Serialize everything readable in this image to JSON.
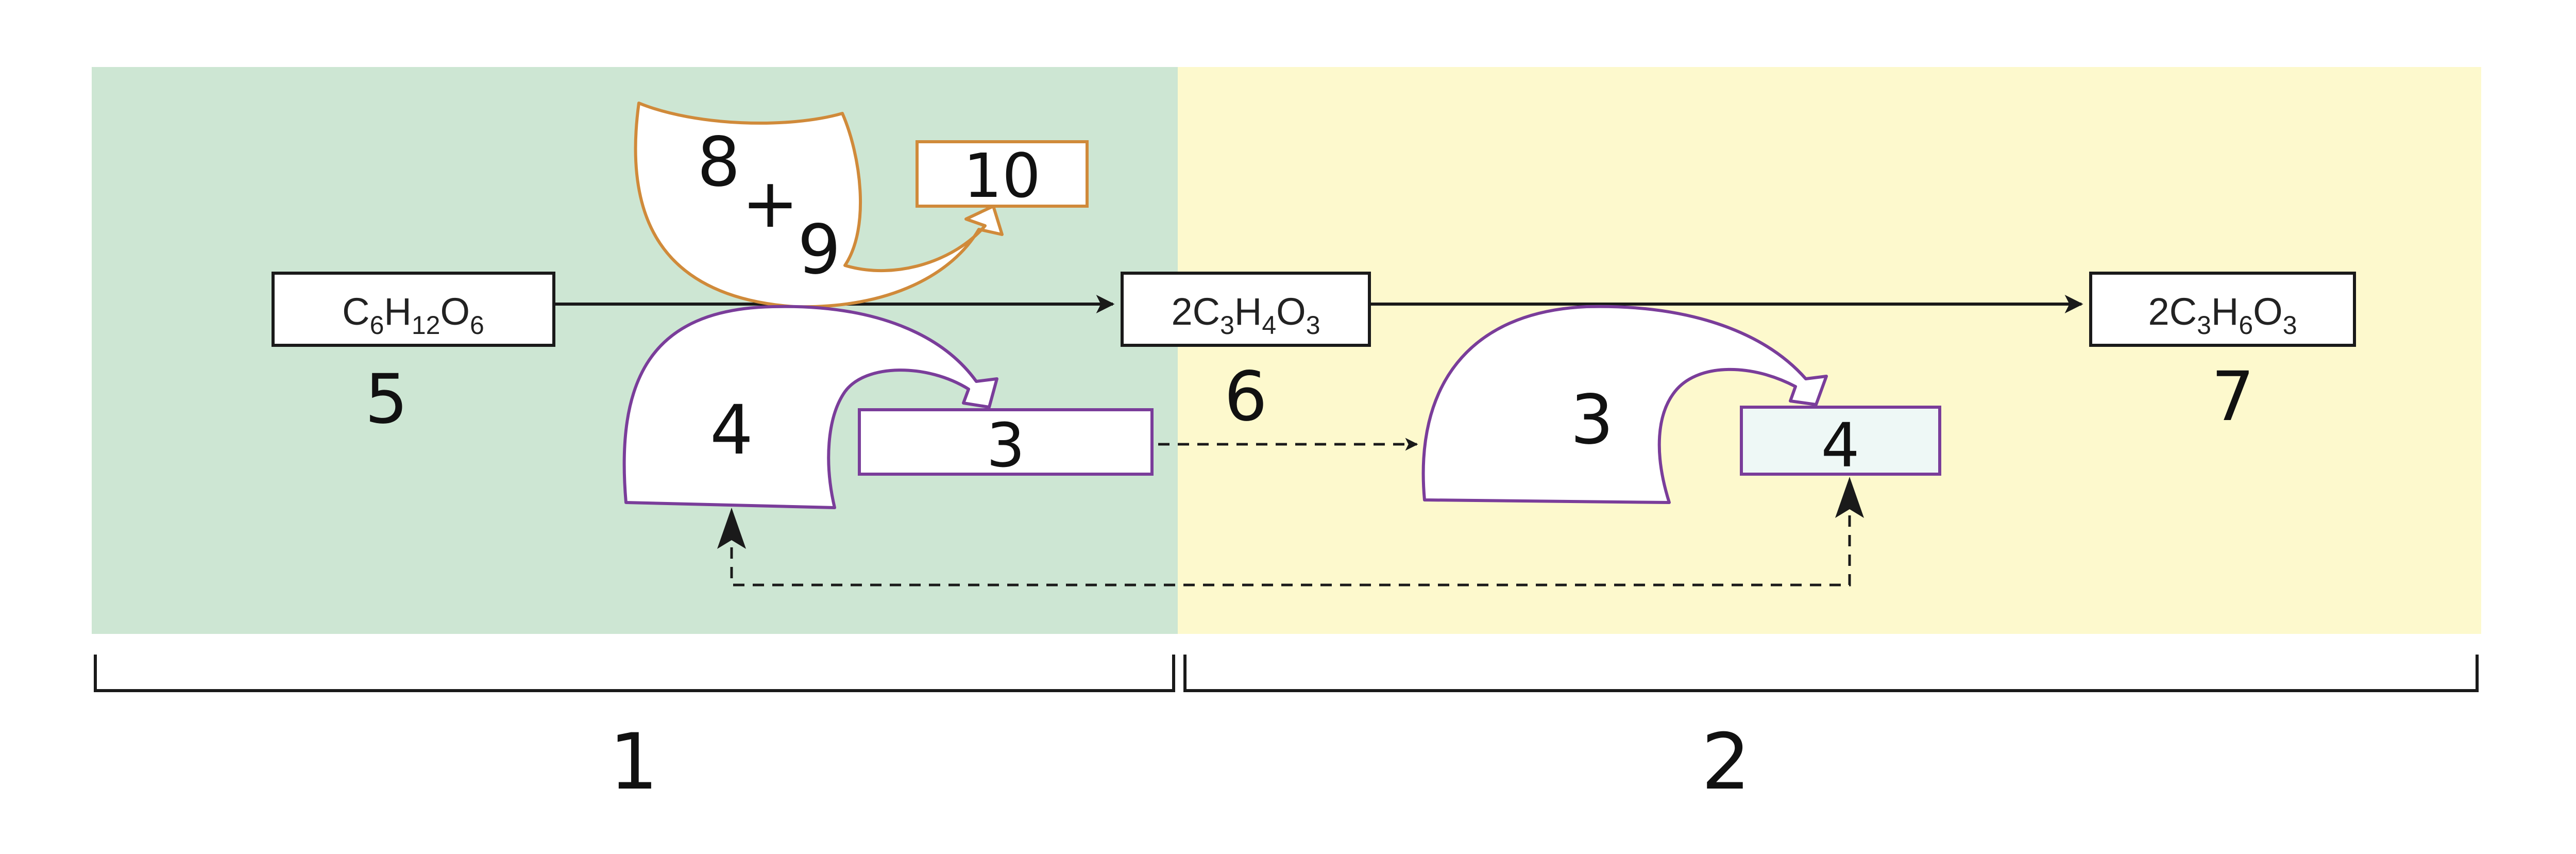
{
  "colors": {
    "glycolysis_zone": "#cde6d3",
    "fermentation_zone": "#fdf9cd",
    "purple_outline": "#7a3d9a",
    "orange_outline": "#d08a3a",
    "arrow": "#1a1a1a"
  },
  "stages": {
    "stage1_number": "1",
    "stage2_number": "2"
  },
  "molecules": {
    "glucose": {
      "parts": [
        "C",
        "6",
        "H",
        "12",
        "O",
        "6"
      ],
      "label": "5"
    },
    "pyruvate": {
      "parts": [
        "2C",
        "3",
        "H",
        "4",
        "O",
        "3"
      ],
      "label": "6"
    },
    "lactate": {
      "parts": [
        "2C",
        "3",
        "H",
        "6",
        "O",
        "3"
      ],
      "label": "7"
    }
  },
  "reactants": {
    "top_left": "8",
    "plus": "+",
    "bottom_right": "9",
    "product_box": "10"
  },
  "cofactors": {
    "glycolysis_curve_label": "4",
    "glycolysis_box_label": "3",
    "fermentation_curve_label": "3",
    "fermentation_box_label": "4"
  }
}
